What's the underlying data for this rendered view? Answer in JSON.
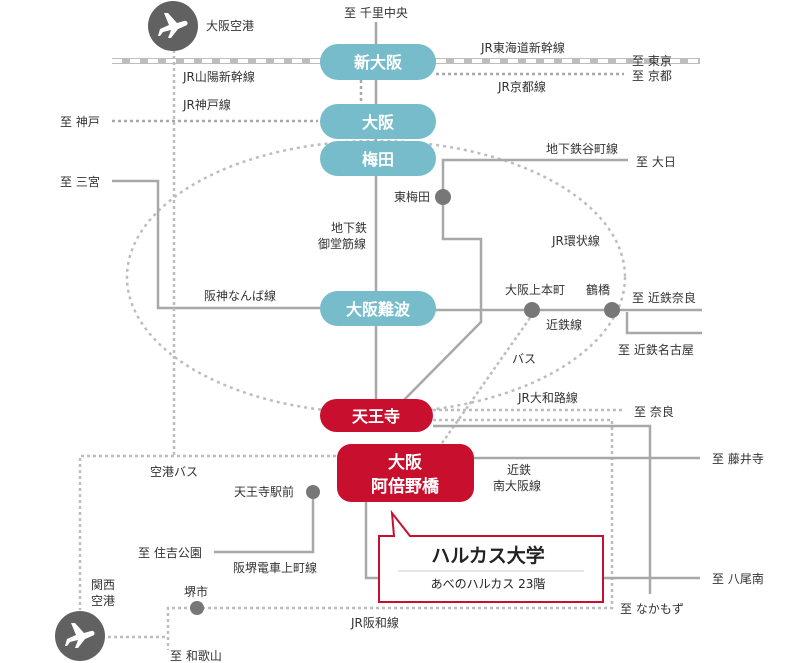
{
  "colors": {
    "teal": "#77bccb",
    "red": "#c8102e",
    "line_gray": "#a8a8a8",
    "dot_gray": "#777777",
    "icon_gray": "#616161",
    "text": "#333333"
  },
  "icons": {
    "airport_top": "airplane-icon",
    "airport_bottom": "airplane-icon"
  },
  "stations": {
    "shin_osaka": "新大阪",
    "osaka": "大阪",
    "umeda": "梅田",
    "namba": "大阪難波",
    "tennoji": "天王寺",
    "abeno_line1": "大阪",
    "abeno_line2": "阿倍野橋"
  },
  "campus": {
    "title": "ハルカス大学",
    "subtitle": "あべのハルカス 23階"
  },
  "labels": {
    "osaka_airport": "大阪空港",
    "to_senri": "至 千里中央",
    "jr_tokaido": "JR東海道新幹線",
    "to_tokyo": "至 東京",
    "to_kyoto": "至 京都",
    "jr_sanyo": "JR山陽新幹線",
    "jr_kyoto": "JR京都線",
    "jr_kobe": "JR神戸線",
    "to_kobe": "至 神戸",
    "tanimachi": "地下鉄谷町線",
    "to_dainichi": "至 大日",
    "to_sannomiya": "至 三宮",
    "higashi_umeda": "東梅田",
    "midosuji_1": "地下鉄",
    "midosuji_2": "御堂筋線",
    "jr_loop": "JR環状線",
    "hanshin_namba": "阪神なんば線",
    "uehonmachi": "大阪上本町",
    "tsuruhashi": "鶴橋",
    "to_kintetsu_nara": "至 近鉄奈良",
    "kintetsu_line": "近鉄線",
    "to_kintetsu_nagoya": "至 近鉄名古屋",
    "bus": "バス",
    "jr_yamatoji": "JR大和路線",
    "to_nara": "至 奈良",
    "airport_bus": "空港バス",
    "kintetsu_minami_1": "近鉄",
    "kintetsu_minami_2": "南大阪線",
    "to_fujiidera": "至 藤井寺",
    "tennoji_ekimae": "天王寺駅前",
    "to_sumiyoshi": "至 住吉公園",
    "hankai": "阪堺電車上町線",
    "kansai_airport_1": "関西",
    "kansai_airport_2": "空港",
    "sakai": "堺市",
    "to_yao": "至 八尾南",
    "jr_hanwa": "JR阪和線",
    "to_nakamozu": "至 なかもず",
    "to_wakayama": "至 和歌山"
  }
}
